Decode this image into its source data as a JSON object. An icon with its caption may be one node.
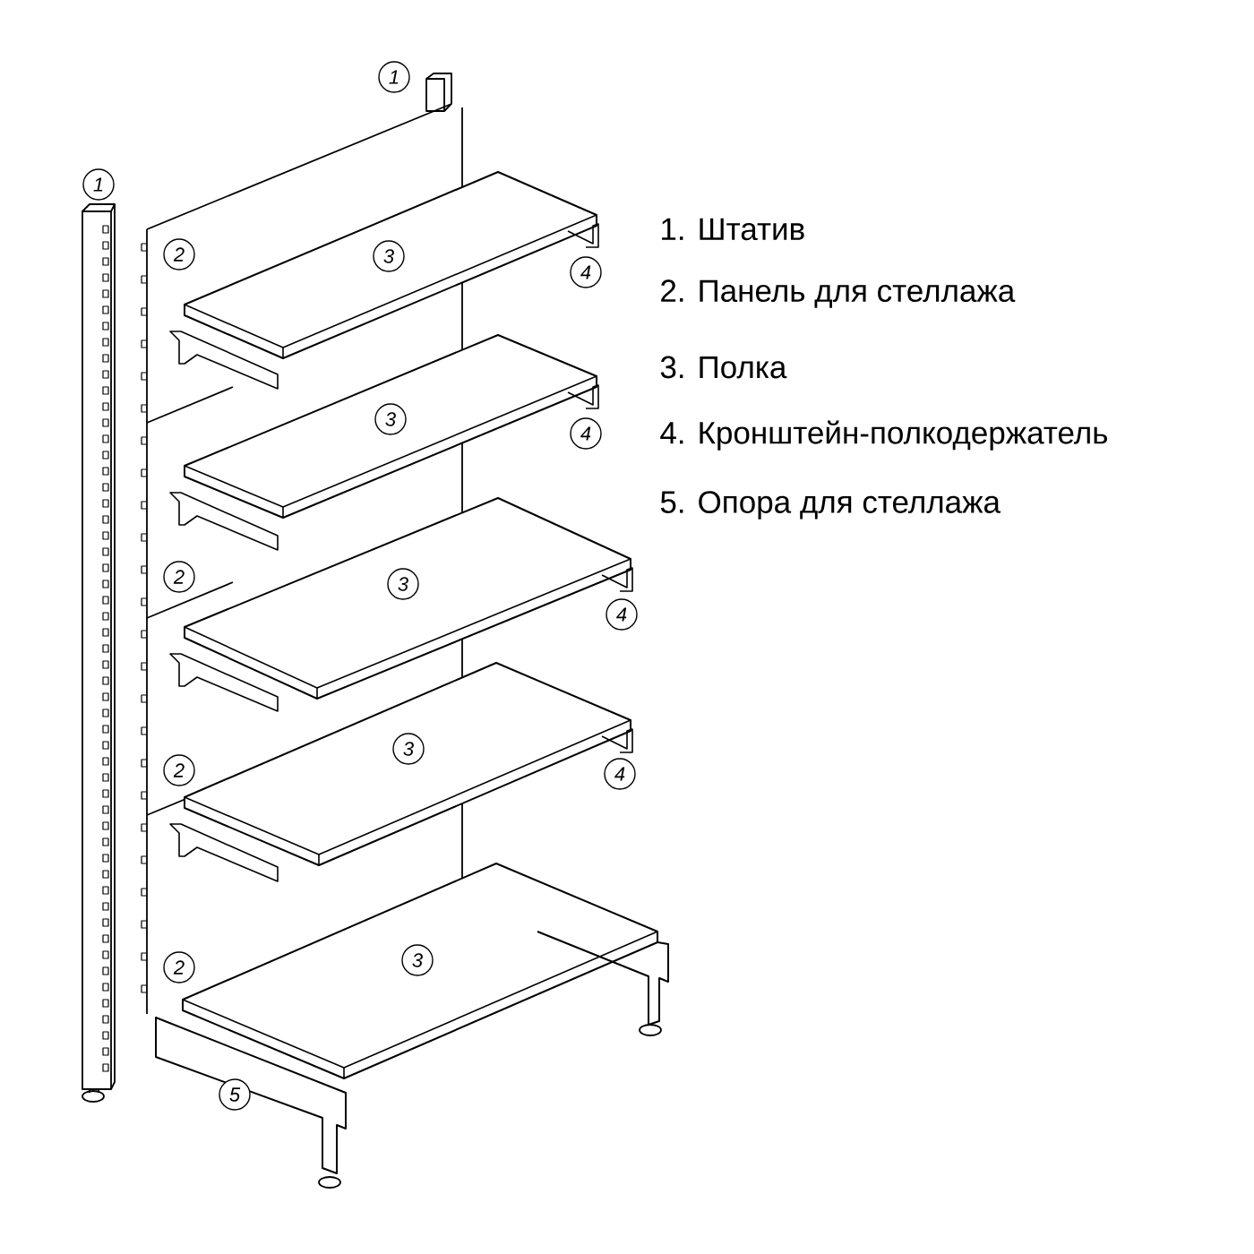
{
  "diagram": {
    "labels": [
      "1",
      "1",
      "2",
      "3",
      "4",
      "3",
      "4",
      "2",
      "3",
      "4",
      "3",
      "2",
      "4",
      "3",
      "2",
      "5",
      "1. Штатив",
      "2. Панель для стеллажа",
      "3. Полка",
      "4. Кронштейн-полкодержатель",
      "5. Опора для стеллажа"
    ]
  }
}
